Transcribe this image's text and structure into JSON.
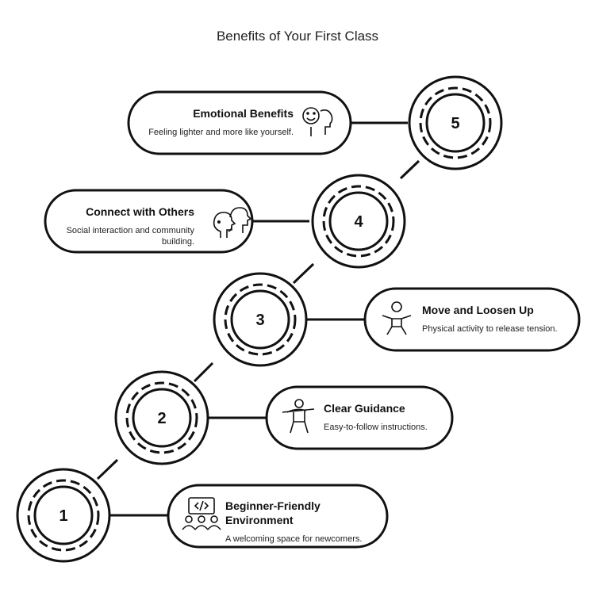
{
  "title": "Benefits of Your First Class",
  "steps": [
    {
      "number": "1",
      "title_line1": "Beginner-Friendly",
      "title_line2": "Environment",
      "desc": "A welcoming space for newcomers.",
      "icon": "code-and-people-icon"
    },
    {
      "number": "2",
      "title": "Clear Guidance",
      "desc": "Easy-to-follow instructions.",
      "icon": "instructor-icon"
    },
    {
      "number": "3",
      "title": "Move and Loosen Up",
      "desc": "Physical activity to release tension.",
      "icon": "stretching-person-icon"
    },
    {
      "number": "4",
      "title": "Connect with Others",
      "desc_line1": "Social interaction and community",
      "desc_line2": "building.",
      "icon": "two-heads-icon"
    },
    {
      "number": "5",
      "title": "Emotional Benefits",
      "desc": "Feeling lighter and more like yourself.",
      "icon": "smiling-face-icon"
    }
  ]
}
